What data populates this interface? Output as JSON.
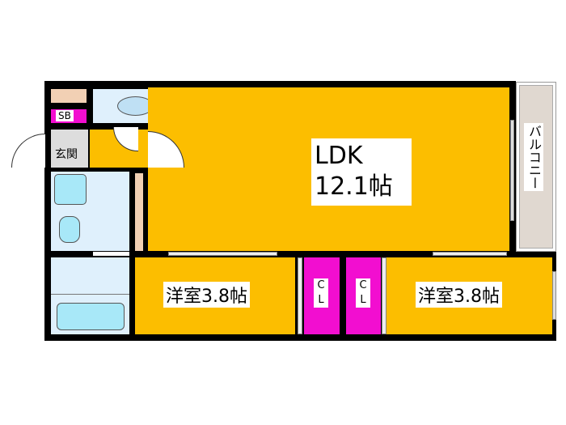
{
  "rooms": {
    "ldk": {
      "name": "LDK",
      "size": "12.1帖"
    },
    "western1": {
      "label": "洋室3.8帖"
    },
    "western2": {
      "label": "洋室3.8帖"
    },
    "closet1": {
      "c": "C",
      "l": "L"
    },
    "closet2": {
      "c": "C",
      "l": "L"
    },
    "balcony": {
      "label": "バルコニー"
    },
    "entrance": {
      "label": "玄関"
    },
    "shoe_box": {
      "label": "SB"
    }
  },
  "colors": {
    "room": "#fcbe00",
    "closet": "#f20ed0",
    "wet": "#dff0fc",
    "balcony": "#e0d8d0",
    "wall": "#000000"
  }
}
